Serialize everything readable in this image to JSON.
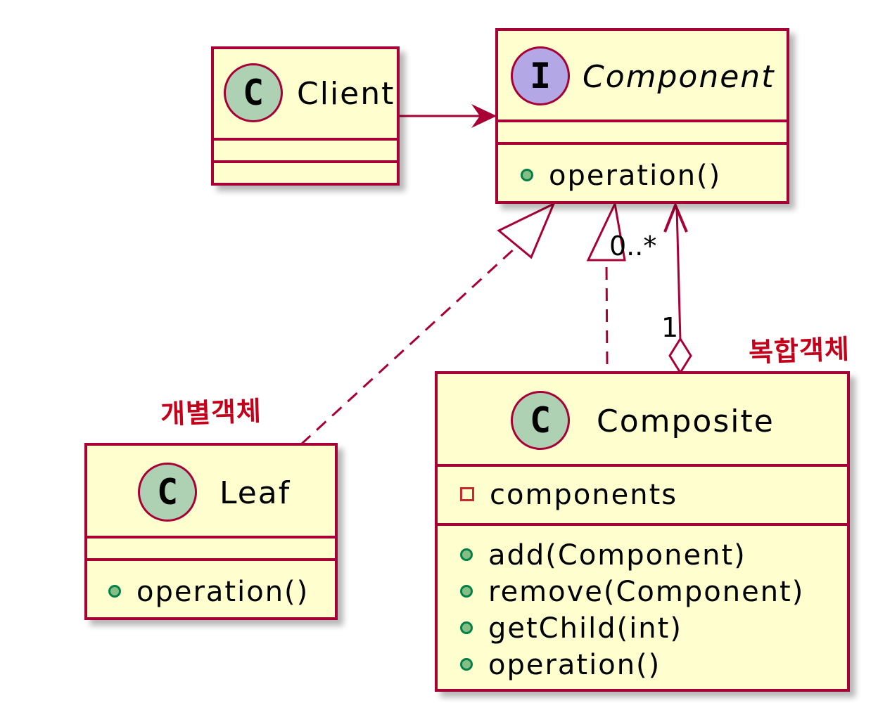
{
  "classes": {
    "client": {
      "stereotype": "C",
      "name": "Client"
    },
    "component": {
      "stereotype": "I",
      "name": "Component",
      "methods": [
        "operation()"
      ]
    },
    "leaf": {
      "stereotype": "C",
      "name": "Leaf",
      "methods": [
        "operation()"
      ]
    },
    "composite": {
      "stereotype": "C",
      "name": "Composite",
      "fields": [
        "components"
      ],
      "methods": [
        "add(Component)",
        "remove(Component)",
        "getChild(int)",
        "operation()"
      ]
    }
  },
  "multiplicities": {
    "many": "0..*",
    "one": "1"
  },
  "annotations": {
    "leaf_note": "개별객체",
    "composite_note": "복합객체"
  },
  "colors": {
    "class_fill": "#FEFECE",
    "border": "#A80036",
    "class_icon": "#ADD1B2",
    "interface_icon": "#B4A7E5",
    "annotation": "#C4001A"
  }
}
